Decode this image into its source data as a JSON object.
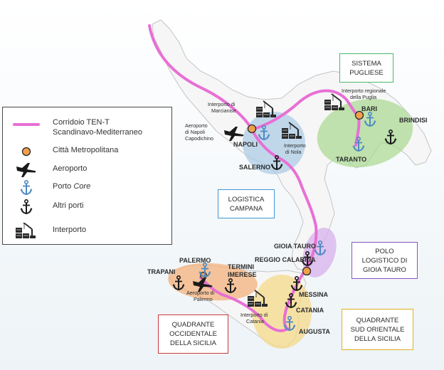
{
  "legend": {
    "corridor_line1": "Corridoio TEN-T",
    "corridor_line2": "Scandinavo-Mediterraneo",
    "metro_city": "Città Metropolitana",
    "airport": "Aeroporto",
    "core_port_prefix": "Porto ",
    "core_port_em": "Core",
    "other_ports": "Altri porti",
    "interport": "Interporto"
  },
  "boxes": {
    "pugliese": [
      "SISTEMA",
      "PUGLIESE"
    ],
    "campana": [
      "LOGISTICA",
      "CAMPANA"
    ],
    "gioia": [
      "POLO",
      "LOGISTICO DI",
      "GIOIA TAURO"
    ],
    "occidentale": [
      "QUADRANTE",
      "OCCIDENTALE",
      "DELLA SICILIA"
    ],
    "sud_orientale": [
      "QUADRANTE",
      "SUD ORIENTALE",
      "DELLA SICILIA"
    ]
  },
  "labels": {
    "napoli": "NAPOLI",
    "salerno": "SALERNO",
    "bari": "BARI",
    "brindisi": "BRINDISI",
    "taranto": "TARANTO",
    "gioia_tauro": "GIOIA TAURO",
    "reggio": "REGGIO CALABRIA",
    "messina": "MESSINA",
    "catania": "CATANIA",
    "augusta": "AUGUSTA",
    "palermo": "PALERMO",
    "trapani": "TRAPANI",
    "termini1": "TERMINI",
    "termini2": "IMERESE",
    "int_marcianise1": "Interporto di",
    "int_marcianise2": "Marcianise",
    "aero_napoli1": "Aeroporto",
    "aero_napoli2": "di Napoli",
    "aero_napoli3": "Capodichino",
    "int_nola1": "Interporto",
    "int_nola2": "di Nola",
    "int_puglia1": "Interporto regionale",
    "int_puglia2": "della Puglia",
    "aero_palermo1": "Aeroporto di",
    "aero_palermo2": "Palermo",
    "int_catania1": "Interporto di",
    "int_catania2": "Catania"
  },
  "colors": {
    "corridor": "#e86fd5",
    "land": "#f6f6f6",
    "land_stroke": "#c4c4c4",
    "metro_fill": "#f0a04c",
    "zone_green": "#a8d98e",
    "zone_blue": "#a9cbe6",
    "zone_purple": "#d7b2ec",
    "zone_orange": "#f3b27e",
    "zone_yellow": "#f6d98a",
    "core_port": "#4d8ac4",
    "box_green": "#4bb86f",
    "box_blue": "#3f97d3",
    "box_purple": "#8a56b8",
    "box_red": "#c93a3a",
    "box_yellow": "#e0b21d"
  }
}
